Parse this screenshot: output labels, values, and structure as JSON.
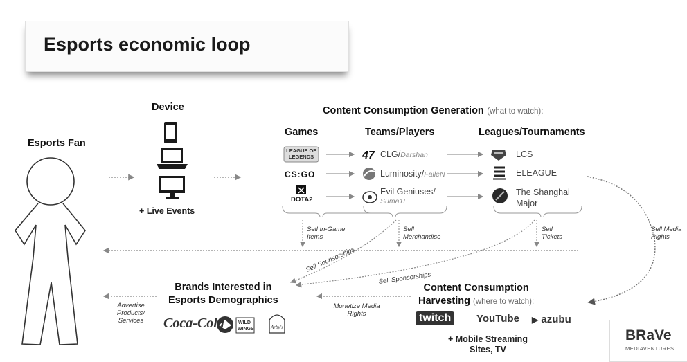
{
  "title": "Esports economic loop",
  "fan": {
    "label": "Esports Fan"
  },
  "device": {
    "label": "Device",
    "live_events": "+ Live Events"
  },
  "content_generation": {
    "title": "Content Consumption Generation",
    "note": "(what to watch):"
  },
  "columns": {
    "games": "Games",
    "teams": "Teams/Players",
    "leagues": "Leagues/Tournaments"
  },
  "games": [
    {
      "name": "League of Legends",
      "logo_lines": [
        "LEAGUE OF",
        "LEGENDS"
      ]
    },
    {
      "name": "CS:GO",
      "logo_text": "CS:GO"
    },
    {
      "name": "DOTA2",
      "logo_text": "DOTA2"
    }
  ],
  "teams": [
    {
      "name": "CLG/",
      "player": "Darshan"
    },
    {
      "name": "Luminosity/",
      "player": "FalleN"
    },
    {
      "name": "Evil Geniuses/",
      "player": "Suma1L"
    }
  ],
  "leagues": [
    {
      "name": "LCS"
    },
    {
      "name": "ELEAGUE"
    },
    {
      "name_line1": "The Shanghai",
      "name_line2": "Major"
    }
  ],
  "flows": {
    "sell_ingame": "Sell In-Game Items",
    "sell_merch": "Sell Merchandise",
    "sell_tickets": "Sell Tickets",
    "sell_media": "Sell Media Rights",
    "sponsor1": "Sell Sponsorships",
    "sponsor2": "Sell Sponsorships",
    "monetize": "Monetize Media Rights",
    "advertise": "Advertise Products/ Services"
  },
  "brands": {
    "title_line1": "Brands Interested in",
    "title_line2": "Esports Demographics",
    "logos": [
      "Coca-Cola",
      "Buffalo Wild Wings",
      "Arby's"
    ]
  },
  "harvest": {
    "title_line1": "Content Consumption",
    "title_line2": "Harvesting",
    "note": "(where to watch):",
    "logos": [
      "twitch",
      "YouTube",
      "azubu"
    ],
    "mobile_line1": "+ Mobile Streaming",
    "mobile_line2": "Sites, TV"
  },
  "brave": {
    "name": "BRaVe",
    "sub": "MEDIAVENTURES"
  }
}
